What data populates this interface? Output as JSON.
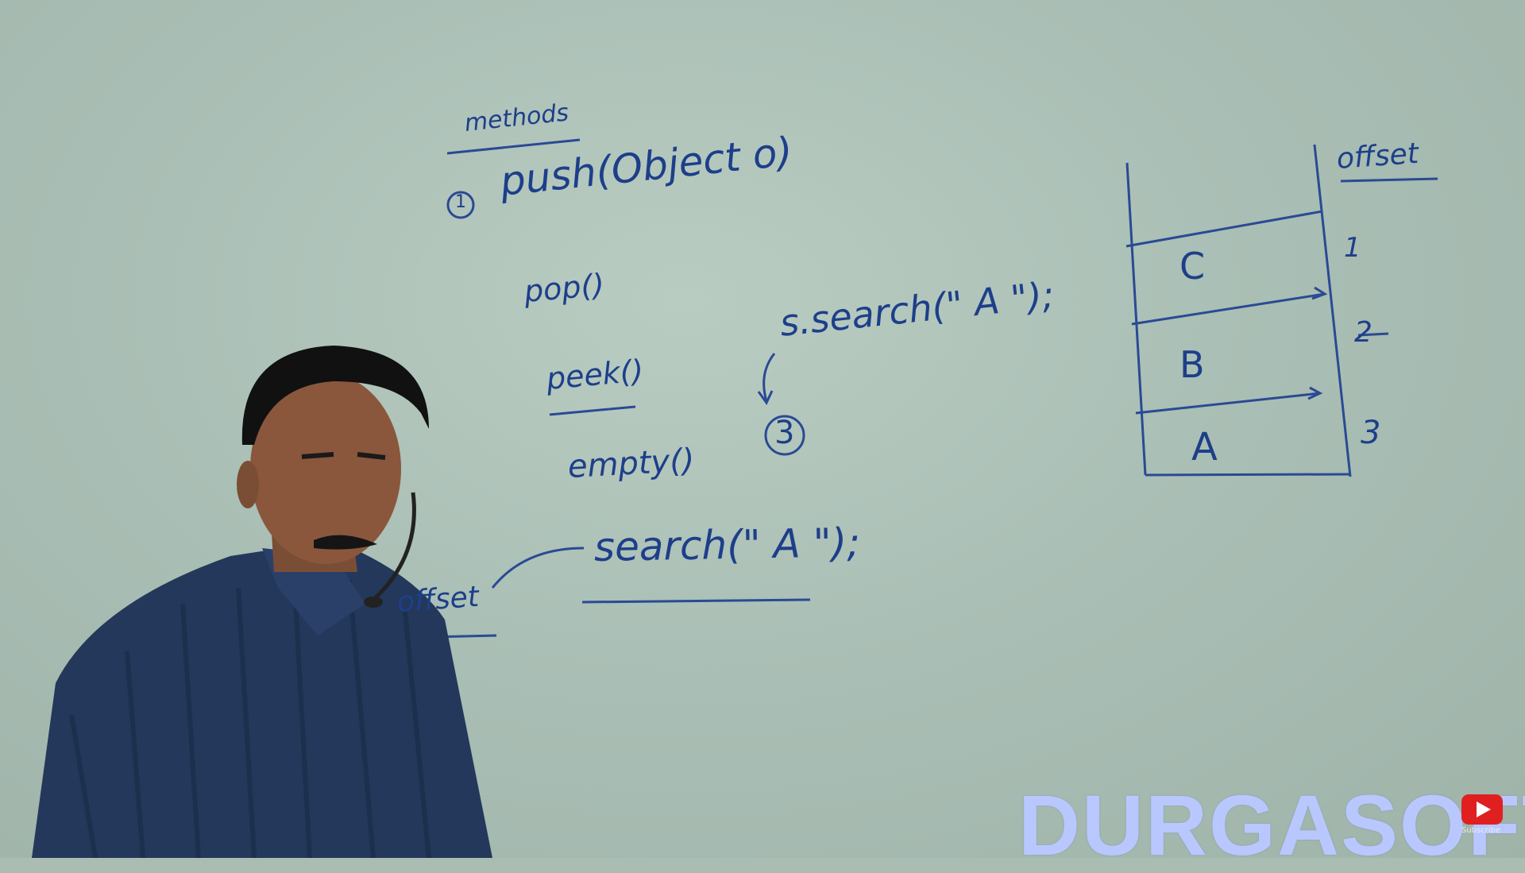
{
  "board": {
    "heading": "methods",
    "items": [
      {
        "num": "1",
        "text": "push(Object o)"
      },
      {
        "text": "pop()"
      },
      {
        "text": "peek()"
      },
      {
        "text": "empty()"
      },
      {
        "text": "search(\" A \");"
      }
    ],
    "offset_note": "offset",
    "example": {
      "text": "s.search(\" A \");",
      "result": "3"
    },
    "stack": {
      "header": "offset",
      "cells": [
        {
          "label": "C",
          "offset": "1"
        },
        {
          "label": "B",
          "offset": "2"
        },
        {
          "label": "A",
          "offset": "3"
        }
      ]
    }
  },
  "watermark": "DURGASOFT",
  "subscribe": {
    "label": "Subscribe"
  },
  "colors": {
    "ink": "#1d3f8a",
    "board": "#a9bdb3",
    "watermark": "#b8c8ff",
    "subscribe": "#e02020"
  },
  "icons": [
    "subscribe-play-icon",
    "circled-number"
  ]
}
